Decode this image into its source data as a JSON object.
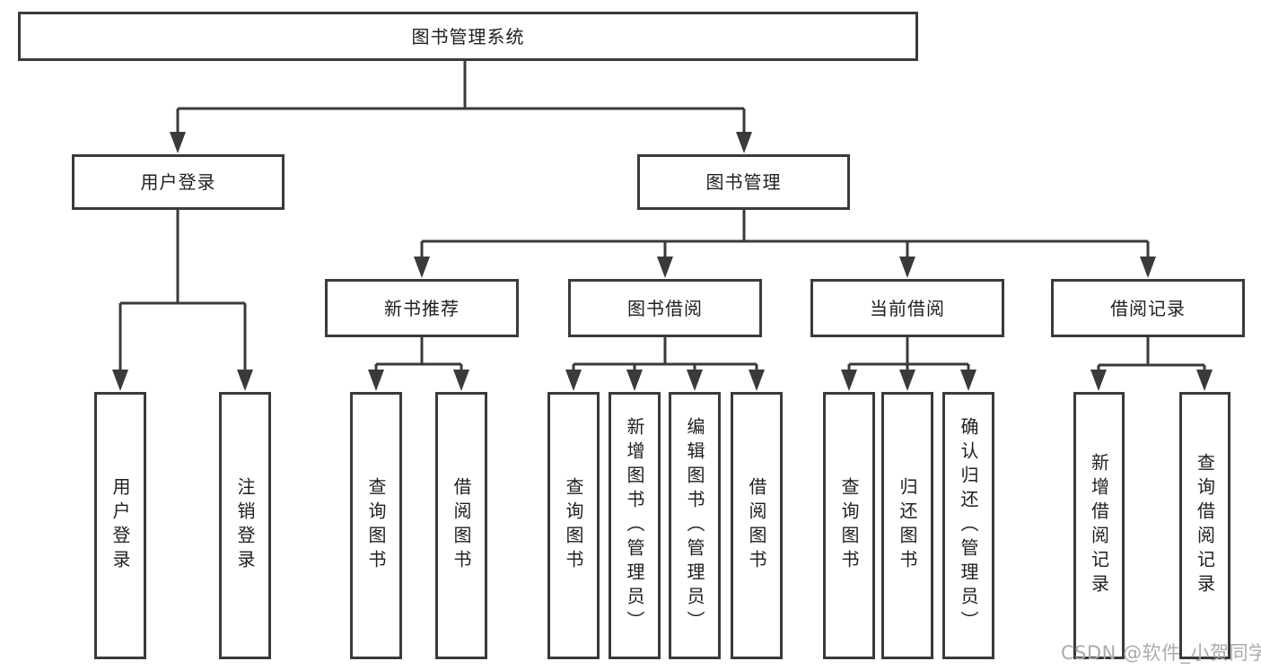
{
  "colors": {
    "line": "#3a3a3a",
    "text": "#1f1f1f",
    "watermark": "#ababab"
  },
  "watermark": "CSDN @软件_小贺同学",
  "diagram_type": "hierarchy-tree",
  "tree": {
    "label": "图书管理系统",
    "children": [
      {
        "label": "用户登录",
        "children": [
          {
            "label": "用户登录"
          },
          {
            "label": "注销登录"
          }
        ]
      },
      {
        "label": "图书管理",
        "children": [
          {
            "label": "新书推荐",
            "children": [
              {
                "label": "查询图书"
              },
              {
                "label": "借阅图书"
              }
            ]
          },
          {
            "label": "图书借阅",
            "children": [
              {
                "label": "查询图书"
              },
              {
                "label": "新增图书（管理员）"
              },
              {
                "label": "编辑图书（管理员）"
              },
              {
                "label": "借阅图书"
              }
            ]
          },
          {
            "label": "当前借阅",
            "children": [
              {
                "label": "查询图书"
              },
              {
                "label": "归还图书"
              },
              {
                "label": "确认归还（管理员）"
              }
            ]
          },
          {
            "label": "借阅记录",
            "children": [
              {
                "label": "新增借阅记录"
              },
              {
                "label": "查询借阅记录"
              }
            ]
          }
        ]
      }
    ]
  }
}
